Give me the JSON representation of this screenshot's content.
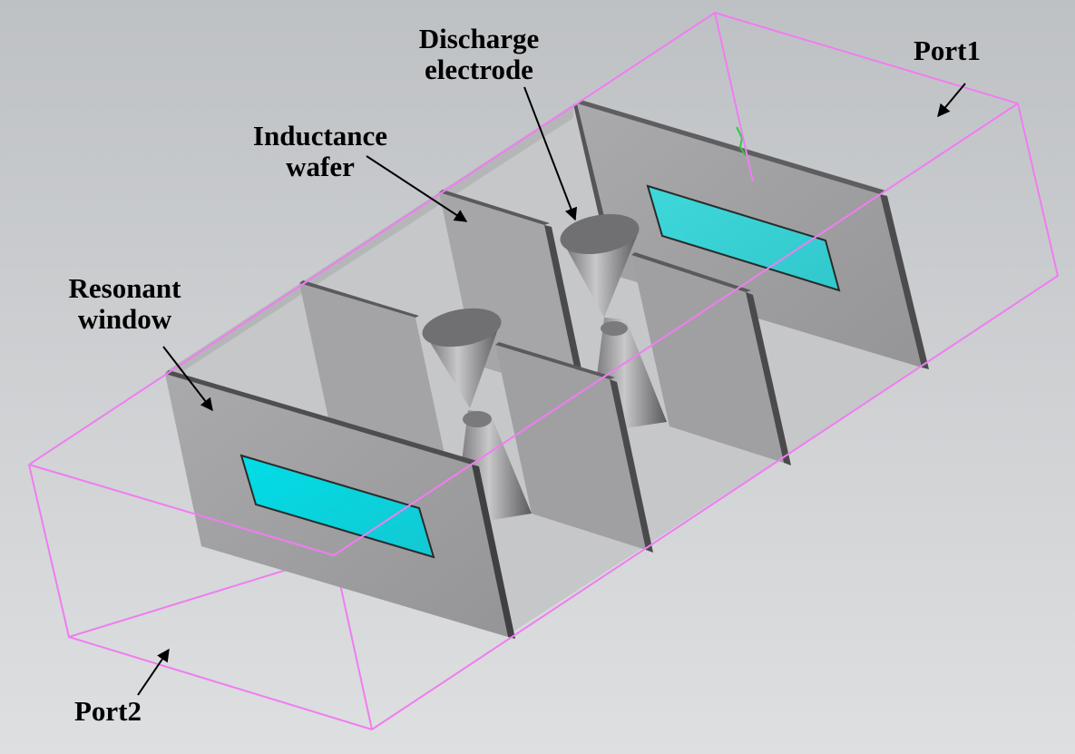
{
  "labels": {
    "discharge_line1": "Discharge",
    "discharge_line2": "electrode",
    "inductance_line1": "Inductance",
    "inductance_line2": "wafer",
    "resonant_line1": "Resonant",
    "resonant_line2": "window",
    "port1": "Port1",
    "port2": "Port2"
  },
  "colors": {
    "background_top": "#bfc2c5",
    "background_bottom": "#dcdddf",
    "waveguide_outline": "#f07df0",
    "plate_face": "#a2a2a4",
    "plate_edge": "#4a4a4c",
    "window_fill": "#00d8e0",
    "cone_fill": "#9c9c9e",
    "annotation": "#000000"
  }
}
